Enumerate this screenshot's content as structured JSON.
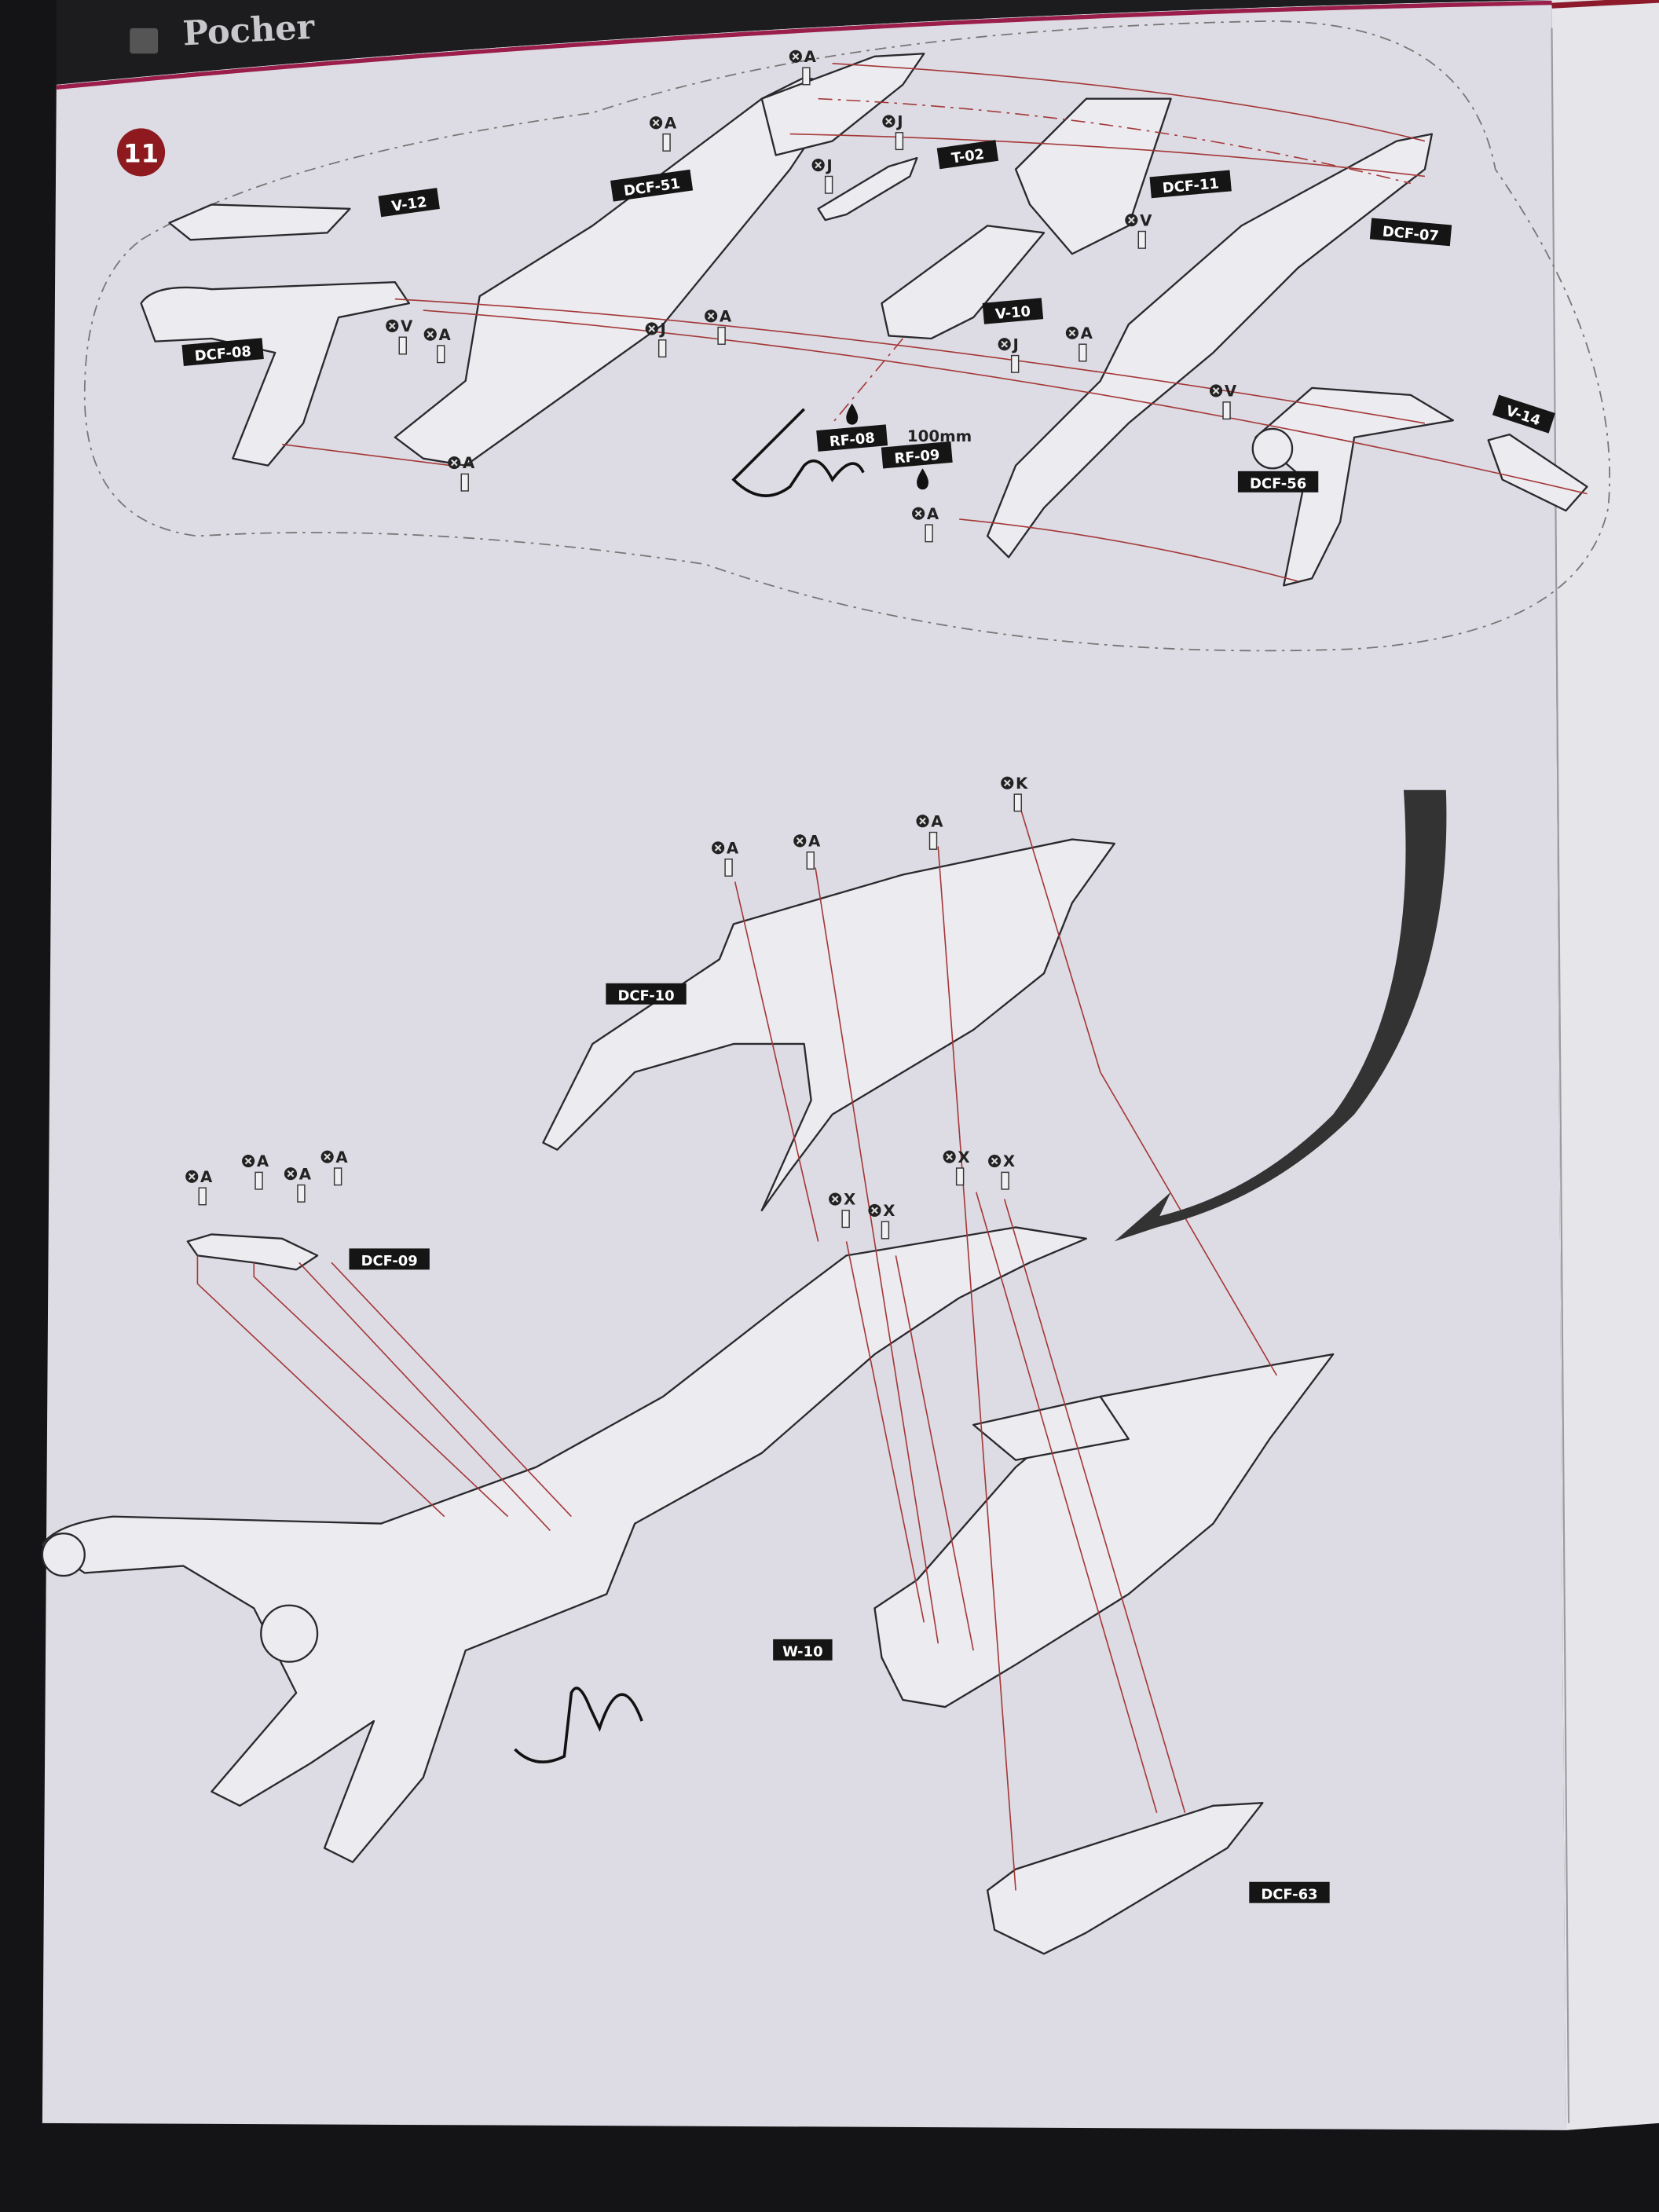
{
  "header": {
    "brand": "Pocher"
  },
  "step": {
    "number": "11"
  },
  "upper_diagram": {
    "parts": [
      "V-12",
      "DCF-51",
      "T-02",
      "DCF-11",
      "DCF-07",
      "DCF-08",
      "V-10",
      "RF-08",
      "RF-09",
      "V-14",
      "DCF-56"
    ],
    "length_note": "100mm",
    "screws": [
      "A",
      "A",
      "J",
      "J",
      "V",
      "A",
      "J",
      "A",
      "A",
      "V",
      "J",
      "A",
      "V",
      "A"
    ]
  },
  "lower_diagram": {
    "parts": [
      "DCF-10",
      "DCF-09",
      "W-10",
      "DCF-63"
    ],
    "screws": [
      "A",
      "A",
      "A",
      "K",
      "A",
      "A",
      "A",
      "A",
      "X",
      "X",
      "X",
      "X"
    ]
  },
  "colors": {
    "step_badge": "#8e1a1f",
    "guide_line": "#a43838",
    "paper": "#dcdbe3",
    "header_band": "#1c1c1e",
    "accent_border": "#9a1d4a"
  }
}
